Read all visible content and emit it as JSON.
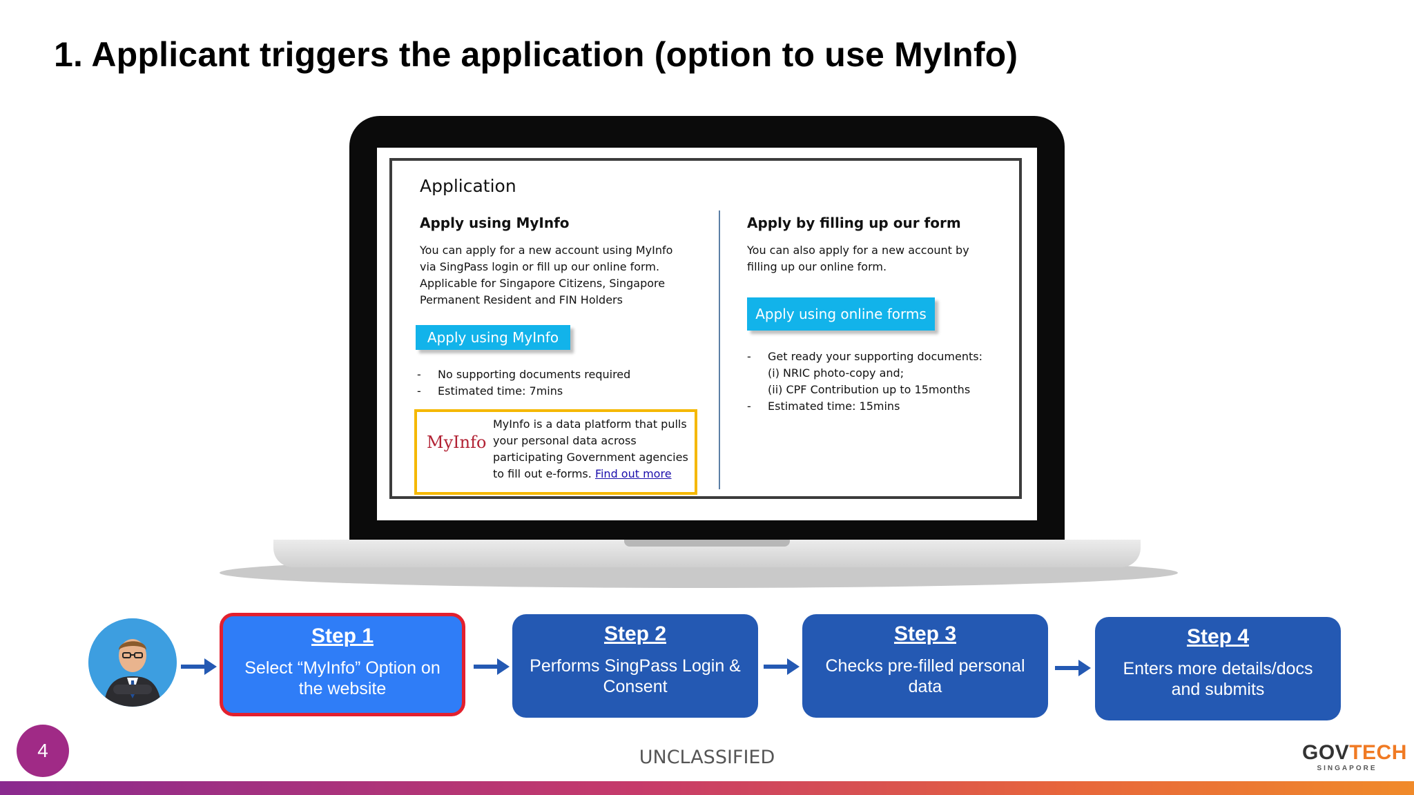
{
  "slide": {
    "title": "1. Applicant triggers the application (option to use MyInfo)",
    "page_number": "4",
    "classification": "UNCLASSIFIED",
    "logo_main_gov": "GOV",
    "logo_main_tech": "TECH",
    "logo_sub": "SINGAPORE"
  },
  "app": {
    "title": "Application",
    "left": {
      "heading": "Apply using MyInfo",
      "body": "You can apply for a new account using MyInfo\nvia SingPass login or fill up our online form.\nApplicable for Singapore Citizens, Singapore\nPermanent Resident and FIN Holders",
      "button_label": "Apply using MyInfo",
      "bullets": [
        "No supporting documents required",
        "Estimated time: 7mins"
      ],
      "info_logo": "MyInfo",
      "info_text": "MyInfo is a data platform that pulls your personal data across participating Government agencies to fill out e-forms.",
      "info_link": "Find out more"
    },
    "right": {
      "heading": "Apply by filling up our form",
      "body": "You can also apply for a new account by\nfilling up our online form.",
      "button_label": "Apply using online forms",
      "bullets": [
        "Get ready your supporting documents:\n(i) NRIC photo-copy and;\n(ii) CPF Contribution up to 15months",
        "Estimated time: 15mins"
      ]
    }
  },
  "steps": [
    {
      "title": "Step 1",
      "desc": "Select “MyInfo” Option on the website",
      "active": true
    },
    {
      "title": "Step 2",
      "desc": "Performs SingPass Login & Consent",
      "active": false
    },
    {
      "title": "Step 3",
      "desc": "Checks pre-filled personal data",
      "active": false
    },
    {
      "title": "Step 4",
      "desc": "Enters more details/docs and submits",
      "active": false
    }
  ],
  "colors": {
    "step_fill": "#2459b3",
    "step_active_fill": "#2f7df7",
    "step_active_border": "#e3202e",
    "button": "#12b3ea",
    "info_border": "#f5b800",
    "arrow": "#2459b3"
  },
  "icons": [
    "user-avatar-icon",
    "arrow-right-icon",
    "myinfo-logo-icon",
    "govtech-logo-icon"
  ]
}
